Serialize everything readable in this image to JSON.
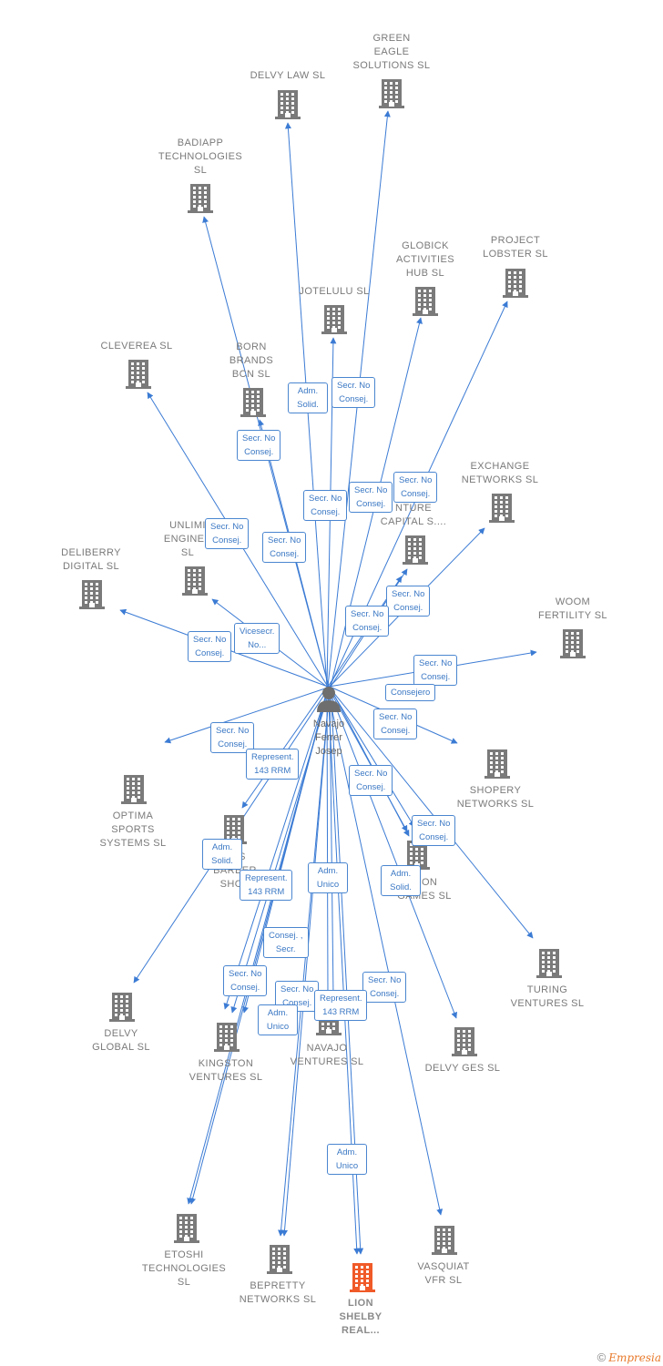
{
  "colors": {
    "edge": "#3b7bd4",
    "building": "#7a7a7a",
    "building_highlight": "#f05a28",
    "person": "#6e6e6e"
  },
  "center": {
    "name": "Navajo\nFerrer\nJosep",
    "icon": "person-icon"
  },
  "nodes": [
    {
      "id": "delvy-law",
      "label": "DELVY LAW SL"
    },
    {
      "id": "green-eagle",
      "label": "GREEN\nEAGLE\nSOLUTIONS SL"
    },
    {
      "id": "badiapp",
      "label": "BADIAPP\nTECHNOLOGIES\nSL"
    },
    {
      "id": "project-lobster",
      "label": "PROJECT\nLOBSTER SL"
    },
    {
      "id": "globick",
      "label": "GLOBICK\nACTIVITIES\nHUB SL"
    },
    {
      "id": "jotelulu",
      "label": "JOTELULU SL"
    },
    {
      "id": "cleverea",
      "label": "CLEVEREA SL"
    },
    {
      "id": "born-brands",
      "label": "BORN\nBRANDS\nBCN SL"
    },
    {
      "id": "exchange-networks",
      "label": "EXCHANGE\nNETWORKS SL"
    },
    {
      "id": "venture-capital",
      "label": "NTURE\nCAPITAL S...."
    },
    {
      "id": "unlimited-engineering",
      "label": "UNLIMI\nENGINEE\nSL"
    },
    {
      "id": "deliberry",
      "label": "DELIBERRY\nDIGITAL SL"
    },
    {
      "id": "woom",
      "label": "WOOM\nFERTILITY SL"
    },
    {
      "id": "shopery",
      "label": "SHOPERY\nNETWORKS SL"
    },
    {
      "id": "optima",
      "label": "OPTIMA\nSPORTS\nSYSTEMS SL"
    },
    {
      "id": "barber",
      "label": "ADS\nBARBER\nSHOP"
    },
    {
      "id": "pion-games",
      "label": "PION\nGAMES SL"
    },
    {
      "id": "turing",
      "label": "TURING\nVENTURES SL"
    },
    {
      "id": "delvy-global",
      "label": "DELVY\nGLOBAL SL"
    },
    {
      "id": "kingston",
      "label": "KINGSTON\nVENTURES SL"
    },
    {
      "id": "navajo-ventures",
      "label": "NAVAJO\nVENTURES SL"
    },
    {
      "id": "delvy-ges",
      "label": "DELVY GES SL"
    },
    {
      "id": "etoshi",
      "label": "ETOSHI\nTECHNOLOGIES\nSL"
    },
    {
      "id": "bepretty",
      "label": "BEPRETTY\nNETWORKS SL"
    },
    {
      "id": "lion-shelby",
      "label": "LION\nSHELBY\nREAL...",
      "highlight": true
    },
    {
      "id": "vasquiat",
      "label": "VASQUIAT\nVFR SL"
    }
  ],
  "edge_labels": [
    {
      "id": "e-delvy-law",
      "text": "Adm.\nSolid."
    },
    {
      "id": "e-green-eagle",
      "text": "Secr. No\nConsej."
    },
    {
      "id": "e-badiapp",
      "text": "Secr. No\nConsej."
    },
    {
      "id": "e-jotelulu",
      "text": "Secr. No\nConsej."
    },
    {
      "id": "e-globick",
      "text": "Secr. No\nConsej."
    },
    {
      "id": "e-project-lobster",
      "text": "Secr. No\nConsej."
    },
    {
      "id": "e-cleverea",
      "text": "Secr. No\nConsej."
    },
    {
      "id": "e-born-brands",
      "text": "Secr. No\nConsej."
    },
    {
      "id": "e-deliberry",
      "text": "Secr. No\nConsej."
    },
    {
      "id": "e-unlimited",
      "text": "Vicesecr.\nNo..."
    },
    {
      "id": "e-venture-1",
      "text": "Secr. No\nConsej."
    },
    {
      "id": "e-venture-2",
      "text": "Secr. No\nConsej."
    },
    {
      "id": "e-woom",
      "text": "Secr. No\nConsej."
    },
    {
      "id": "e-pion-1",
      "text": "Consejero"
    },
    {
      "id": "e-shopery",
      "text": "Secr. No\nConsej."
    },
    {
      "id": "e-optima",
      "text": "Secr. No\nConsej."
    },
    {
      "id": "e-delvy-global-rep",
      "text": "Represent.\n143 RRM"
    },
    {
      "id": "e-pion-2",
      "text": "Secr. No\nConsej."
    },
    {
      "id": "e-turing",
      "text": "Secr. No\nConsej."
    },
    {
      "id": "e-delvy-global",
      "text": "Adm.\nSolid."
    },
    {
      "id": "e-kingston-rep",
      "text": "Represent.\n143 RRM"
    },
    {
      "id": "e-navajo-adm",
      "text": "Adm.\nUnico"
    },
    {
      "id": "e-pion-adm",
      "text": "Adm.\nSolid."
    },
    {
      "id": "e-kingston-cs",
      "text": "Consej. ,\nSecr."
    },
    {
      "id": "e-kingston-sec",
      "text": "Secr. No\nConsej."
    },
    {
      "id": "e-navajo-sec",
      "text": "Secr. No\nConsej."
    },
    {
      "id": "e-delvy-ges",
      "text": "Secr. No\nConsej."
    },
    {
      "id": "e-bepretty-rep",
      "text": "Represent.\n143 RRM"
    },
    {
      "id": "e-etoshi-adm",
      "text": "Adm.\nUnico"
    },
    {
      "id": "e-lion-adm",
      "text": "Adm.\nUnico"
    }
  ],
  "footer": {
    "copyright": "©",
    "brand": "Empresia"
  }
}
